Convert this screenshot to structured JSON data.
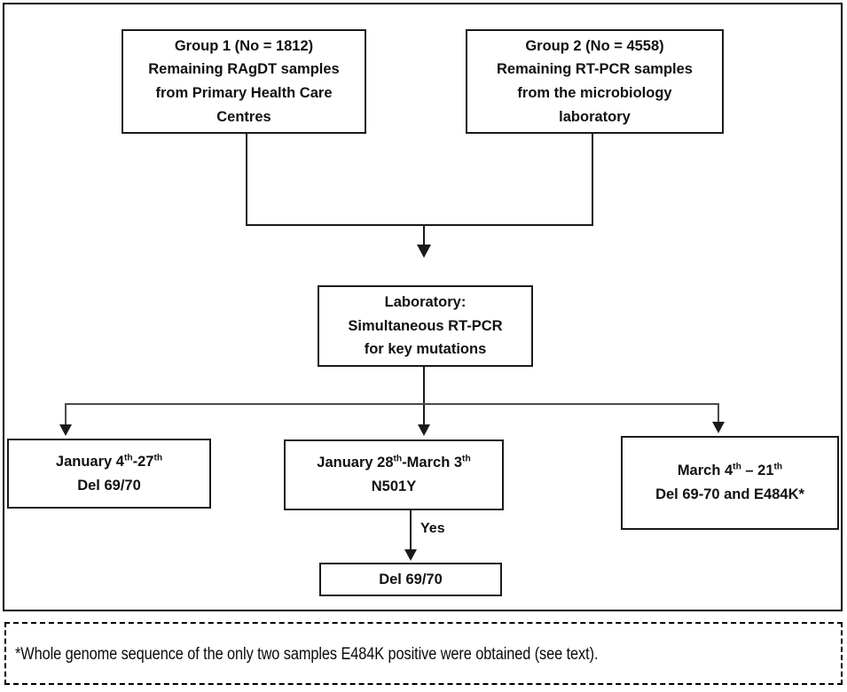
{
  "figure": {
    "type": "flowchart",
    "orientation": "top-down"
  },
  "nodes": {
    "group1": {
      "line1": "Group 1 (No = 1812)",
      "line2": "Remaining RAgDT samples",
      "line3": "from Primary Health Care",
      "line4": "Centres"
    },
    "group2": {
      "line1": "Group 2 (No = 4558)",
      "line2": "Remaining RT-PCR samples",
      "line3": "from the microbiology",
      "line4": "laboratory"
    },
    "laboratory": {
      "line1": "Laboratory:",
      "line2": "Simultaneous RT-PCR",
      "line3": "for key mutations"
    },
    "period1": {
      "date_a": "January 4",
      "sup_a": "th",
      "date_b": "-27",
      "sup_b": "th",
      "mutation": "Del 69/70"
    },
    "period2": {
      "date_a": "January 28",
      "sup_a": "th",
      "date_b": "-March 3",
      "sup_b": "th",
      "mutation": "N501Y"
    },
    "period3": {
      "date_a": "March 4",
      "sup_a": "th",
      "date_b": " – 21",
      "sup_b": "th",
      "mutation": "Del 69-70 and E484K*"
    },
    "del_result": {
      "label": "Del 69/70"
    }
  },
  "edges": {
    "yes_label": "Yes"
  },
  "footnote": {
    "text": "*Whole genome sequence of the only two samples E484K positive were obtained (see text)."
  },
  "colors": {
    "border": "#1a1a1a",
    "text": "#111111",
    "background": "#ffffff",
    "connector_thin": "#4a4a4a"
  }
}
